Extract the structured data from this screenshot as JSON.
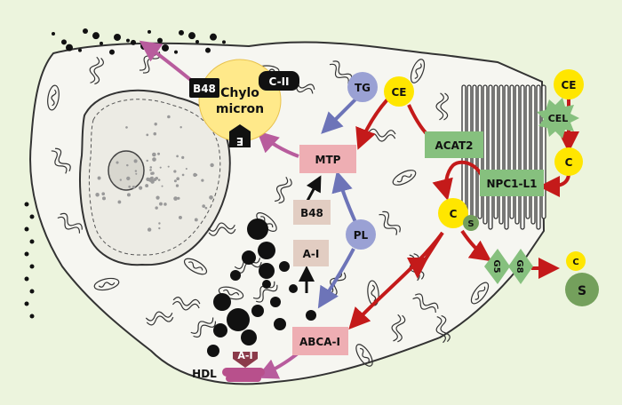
{
  "colors": {
    "background": "#ecf4dd",
    "cell_fill": "#f6f6f1",
    "organelle_outline": "#333333",
    "chylomicron": "#ffe98a",
    "pink_box": "#eeaeb3",
    "tan_box": "#e2cdc2",
    "green_box": "#86c07e",
    "yellow_circle": "#ffe600",
    "purple_circle": "#9aa1d4",
    "sterol_circle": "#74a05c",
    "red_arrow": "#c41a1a",
    "purple_arrow": "#b85c9d",
    "blue_arrow": "#6d74b8",
    "hdl": "#b8508c",
    "apo_dark": "#8b3a4a"
  },
  "labels": {
    "b48_top": "B48",
    "chylomicron_line1": "Chylo",
    "chylomicron_line2": "micron",
    "c_ii": "C-II",
    "apo_e": "E",
    "tg": "TG",
    "ce_center": "CE",
    "mtp": "MTP",
    "acat2": "ACAT2",
    "b48_mid": "B48",
    "a_i_mid": "A-I",
    "pl": "PL",
    "c_center": "C",
    "s_small": "S",
    "npc1l1": "NPC1-L1",
    "ce_lumen": "CE",
    "cel": "CEL",
    "c_lumen": "C",
    "g5": "G5",
    "g8": "G8",
    "c_out": "C",
    "s_out": "S",
    "abca1": "ABCA-I",
    "a_i_hdl": "A-I",
    "hdl": "HDL"
  }
}
